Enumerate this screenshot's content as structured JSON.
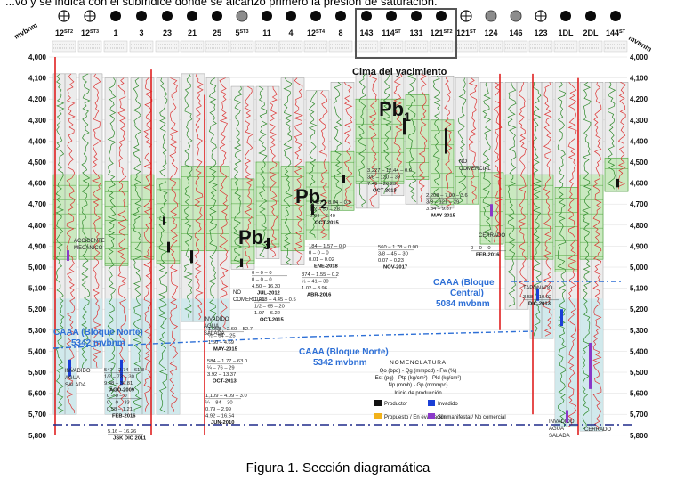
{
  "header_text": "...vo y se indica con el subíndice donde se alcanzó primero la presión de saturación.",
  "axis_unit": "mvbnm",
  "depth_ticks": [
    "4,000",
    "4,100",
    "4,200",
    "4,300",
    "4,400",
    "4,500",
    "4,600",
    "4,700",
    "4,800",
    "4,900",
    "5,000",
    "5,100",
    "5,200",
    "5,300",
    "5,400",
    "5,500",
    "5,600",
    "5,700",
    "5,800"
  ],
  "wells": [
    {
      "name": "12",
      "sup": "ST2",
      "symbol": "plus"
    },
    {
      "name": "12",
      "sup": "ST3",
      "symbol": "plus"
    },
    {
      "name": "1",
      "sup": "",
      "symbol": "dot"
    },
    {
      "name": "3",
      "sup": "",
      "symbol": "dot"
    },
    {
      "name": "23",
      "sup": "",
      "symbol": "dot"
    },
    {
      "name": "21",
      "sup": "",
      "symbol": "dot"
    },
    {
      "name": "25",
      "sup": "",
      "symbol": "dot"
    },
    {
      "name": "5",
      "sup": "ST3",
      "symbol": "gray"
    },
    {
      "name": "11",
      "sup": "",
      "symbol": "dot"
    },
    {
      "name": "4",
      "sup": "",
      "symbol": "dot"
    },
    {
      "name": "12",
      "sup": "ST4",
      "symbol": "dot"
    },
    {
      "name": "8",
      "sup": "",
      "symbol": "dot"
    },
    {
      "name": "143",
      "sup": "",
      "symbol": "dot"
    },
    {
      "name": "114",
      "sup": "ST",
      "symbol": "dot"
    },
    {
      "name": "131",
      "sup": "",
      "symbol": "dot"
    },
    {
      "name": "121",
      "sup": "ST2",
      "symbol": "dot"
    },
    {
      "name": "121",
      "sup": "ST",
      "symbol": "plus"
    },
    {
      "name": "124",
      "sup": "",
      "symbol": "gray"
    },
    {
      "name": "146",
      "sup": "",
      "symbol": "gray"
    },
    {
      "name": "123",
      "sup": "",
      "symbol": "plus"
    },
    {
      "name": "1DL",
      "sup": "",
      "symbol": "dot"
    },
    {
      "name": "2DL",
      "sup": "",
      "symbol": "dot"
    },
    {
      "name": "144",
      "sup": "ST",
      "symbol": "dot"
    }
  ],
  "labels": {
    "cima": "Cima del yacimiento",
    "pb1": "Pb",
    "pb1_sub": "1",
    "pb2": "Pb",
    "pb2_sub": "2",
    "pb3": "Pb",
    "pb3_sub": "3",
    "caaa_north_left_1": "CAAA (Bloque Norte)",
    "caaa_north_left_2": "5342 mvbnm",
    "caaa_north_mid_1": "CAAA (Bloque Norte)",
    "caaa_north_mid_2": "5342 mvbnm",
    "caaa_central_1": "CAAA (Bloque",
    "caaa_central_2": "Central)",
    "caaa_central_3": "5084 mvbnm"
  },
  "annotations": [
    {
      "lines": [
        "ACCIDENTE",
        "MECÁNICO"
      ]
    },
    {
      "lines": [
        "NO",
        "COMERCIAL"
      ]
    },
    {
      "lines": [
        "NO",
        "COMERCIAL"
      ]
    },
    {
      "lines": [
        "CERRADO"
      ]
    },
    {
      "lines": [
        "INVADIDO",
        "AGUA",
        "SALADA"
      ]
    },
    {
      "lines": [
        "INVADIDO",
        "AGUA",
        "SALADA"
      ]
    },
    {
      "lines": [
        "TAPONADO"
      ]
    },
    {
      "lines": [
        "INVADIDO",
        "AGUA",
        "SALADA"
      ]
    },
    {
      "lines": [
        "CERRADO"
      ]
    }
  ],
  "prod": [
    {
      "lines": [
        "3,227 – 12.44 – 0.0",
        "3/8 – 120 – 39",
        "7.46 – 20.23"
      ],
      "date": "OCT-2013"
    },
    {
      "lines": [
        "2,427 – 8.04 – 0.9",
        "1/2 – 50 – 28",
        "2.04 – 6.49"
      ],
      "date": "OCT-2015"
    },
    {
      "lines": [
        "2,208 – 7.00 – 3.6",
        "3/8 – 121 – 29",
        "3.34 – 9.87"
      ],
      "date": "MAY-2015"
    },
    {
      "lines": [
        "184 – 1.57 – 0.0",
        "0 – 0 – 0",
        "0.01 – 0.02"
      ],
      "date": "ENE-2018"
    },
    {
      "lines": [
        "0 – 0 – 0",
        "0 – 0 – 0",
        "4.50 – 16.30"
      ],
      "date": "JUL-2012"
    },
    {
      "lines": [
        "374 – 1.55 – 0.2",
        "½ – 41 – 30",
        "1.02 – 3.96"
      ],
      "date": "ABR-2016"
    },
    {
      "lines": [
        "1,208 – 4.45 – 0.5",
        "1/2 – 65 – 20",
        "1.97 – 6.22"
      ],
      "date": "OCT-2015"
    },
    {
      "lines": [
        "560 – 1.78 – 0.00",
        "3/8 – 45 – 30",
        "0.07 – 0.23"
      ],
      "date": "NOV-2017"
    },
    {
      "lines": [
        "0 – 0 – 0"
      ],
      "date": "FEB-2016"
    },
    {
      "lines": [
        "1,068 – 2.60 – 52.7",
        "½ – 64 – 25",
        "1.50 – 4.69"
      ],
      "date": "MAY-2015"
    },
    {
      "lines": [
        "584 – 1.77 – 63.0",
        "¼ – 76 – 29",
        "3.92 – 13.37"
      ],
      "date": "OCT-2013"
    },
    {
      "lines": [
        "547 – 2.74 – 61.8",
        "1/2 – 73 – 30",
        "9.48 – 30.81"
      ],
      "date": "AGO-2009"
    },
    {
      "lines": [
        "0 – 0 – 0",
        "0 – 0 – 33",
        "0.58 – 1.21"
      ],
      "date": "FEB-2016"
    },
    {
      "lines": [
        "5.16 – 16.26"
      ],
      "date": "JSK DIC 2011"
    },
    {
      "lines": [
        "1,109 – 4.09 – 3.0",
        "¼ – 84 – 30",
        "0.79 – 2.99",
        "4.92 – 16.54"
      ],
      "date": "JUN-2010"
    },
    {
      "lines": [
        "3.58 – 10.92"
      ],
      "date": "DIC-2013"
    }
  ],
  "nomenclature": {
    "title": "NOMENCLATURA",
    "l1": "Qo (bpd) - Qg (mmpcd) - Fw (%)",
    "l2": "Est (pg) - Ptp (kg/cm²) - Pld (kg/cm²)",
    "l3": "Np (mmb) - Gp (mmmpc)",
    "l4": "Inicio de producción",
    "items": [
      {
        "label": "Productor",
        "color": "#111111"
      },
      {
        "label": "Invadido",
        "color": "#1b3fd6"
      },
      {
        "label": "Propuesto / En evaluación",
        "color": "#f2b21a"
      },
      {
        "label": "Sin manifestar/ No comercial",
        "color": "#8a39c8"
      }
    ]
  },
  "caption": "Figura 1. Sección diagramática"
}
